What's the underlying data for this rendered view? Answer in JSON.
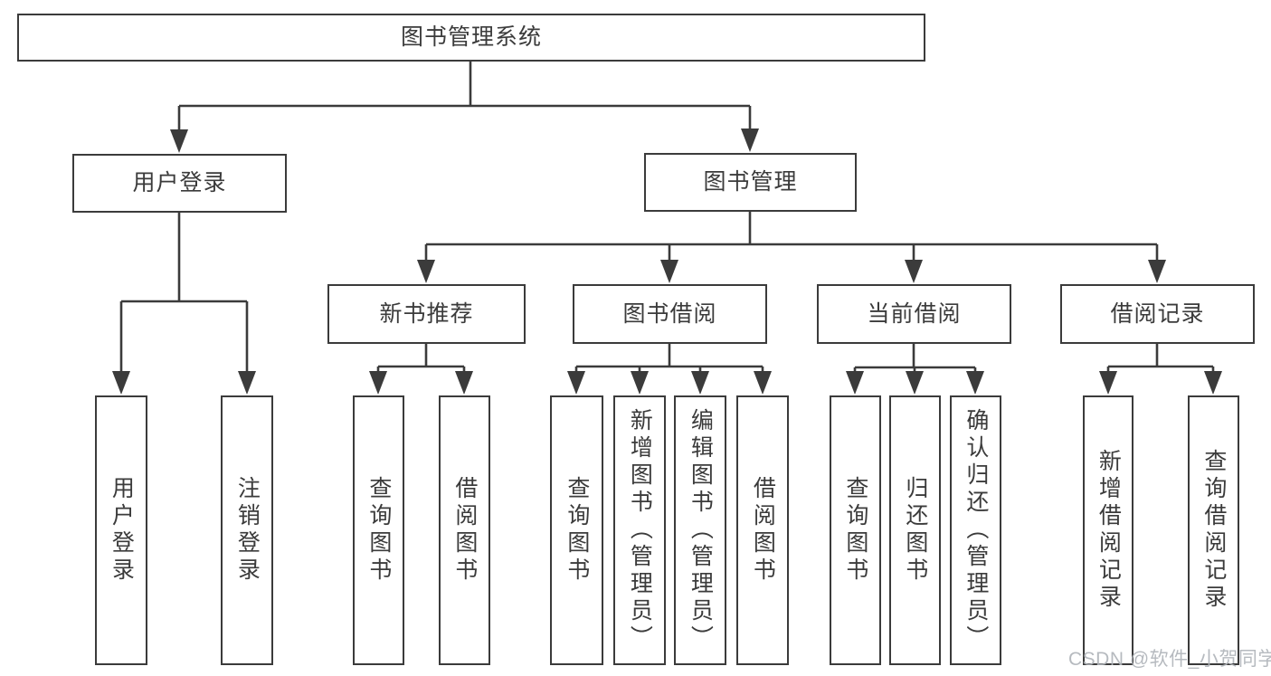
{
  "diagram_title": "图书管理系统",
  "nodes": {
    "root": "图书管理系统",
    "user_login": "用户登录",
    "book_mgmt": "图书管理",
    "new_books": "新书推荐",
    "book_borrow": "图书借阅",
    "current_borrow": "当前借阅",
    "borrow_records": "借阅记录",
    "leaves": {
      "user_login": [
        "用户登录",
        "注销登录"
      ],
      "new_books": [
        "查询图书",
        "借阅图书"
      ],
      "book_borrow": [
        "查询图书",
        "新增图书（管理员）",
        "编辑图书（管理员）",
        "借阅图书"
      ],
      "current_borrow": [
        "查询图书",
        "归还图书",
        "确认归还（管理员）"
      ],
      "borrow_records": [
        "新增借阅记录",
        "查询借阅记录"
      ]
    }
  },
  "watermark": "CSDN @软件_小贺同学",
  "colors": {
    "line": "#3b3b3b",
    "text": "#3b3b3b",
    "box_background": "#ffffff",
    "watermark_text": "#b0b4ba"
  }
}
